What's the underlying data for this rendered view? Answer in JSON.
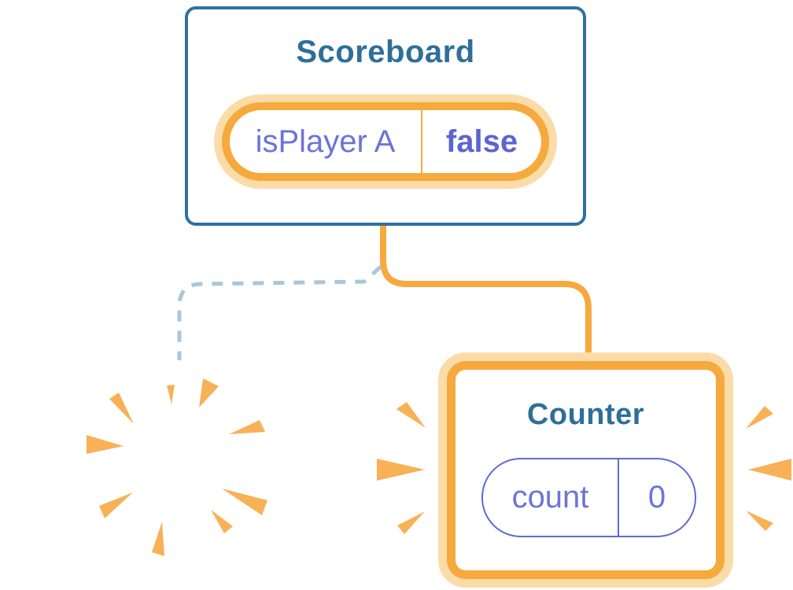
{
  "scoreboard": {
    "title": "Scoreboard",
    "state_label": "isPlayer A",
    "state_value": "false"
  },
  "counter": {
    "title": "Counter",
    "state_label": "count",
    "state_value": "0"
  },
  "colors": {
    "accent_orange": "#F6A93C",
    "light_orange_glow": "#FBDCA9",
    "burst_orange": "#F8B156",
    "card_border_blue": "#2E71A0",
    "title_blue": "#2E6F99",
    "state_purple": "#6B74DB",
    "state_purple_bold": "#5C64D3",
    "dashed_connector_blue": "#A9C6DA",
    "card_background": "#FFFFFF"
  }
}
